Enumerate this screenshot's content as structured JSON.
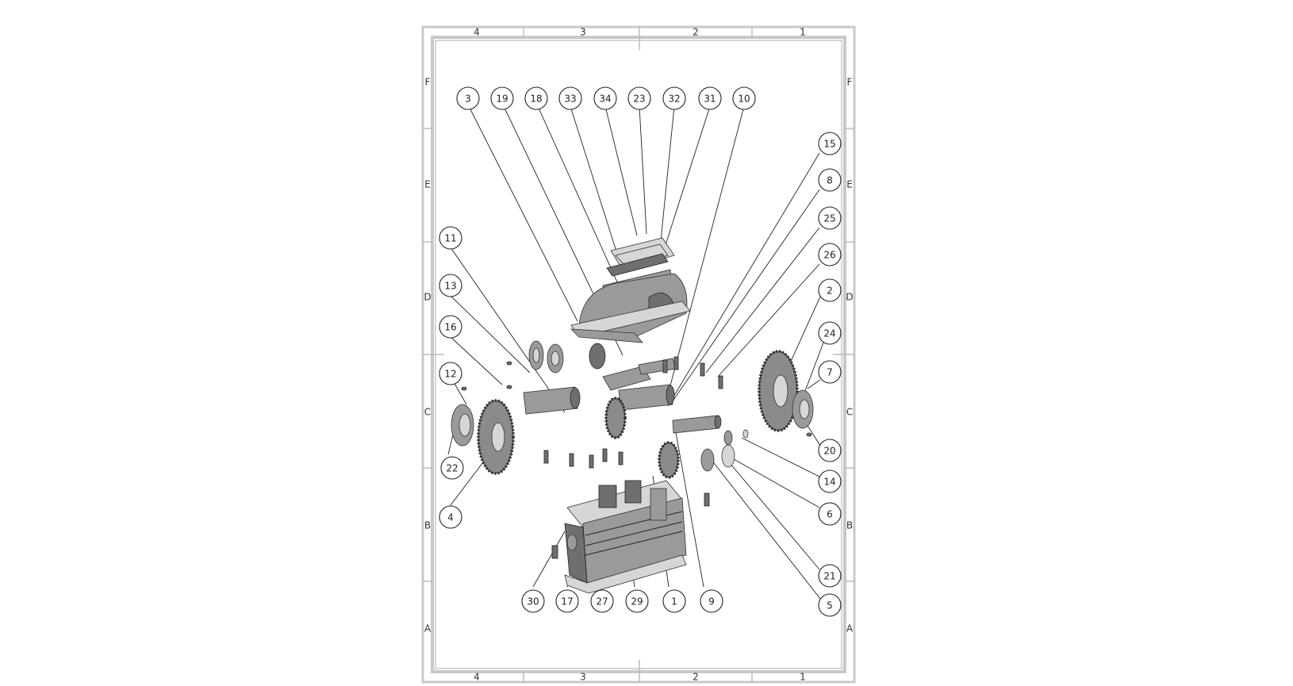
{
  "drawing": {
    "zone_columns_top": [
      "4",
      "3",
      "2",
      "1"
    ],
    "zone_columns_bottom": [
      "4",
      "3",
      "2",
      "1"
    ],
    "zone_rows_left": [
      "F",
      "E",
      "D",
      "C",
      "B",
      "A"
    ],
    "zone_rows_right": [
      "F",
      "E",
      "D",
      "C",
      "B",
      "A"
    ],
    "balloons": [
      "3",
      "19",
      "18",
      "33",
      "34",
      "23",
      "32",
      "31",
      "10",
      "15",
      "8",
      "25",
      "26",
      "2",
      "24",
      "7",
      "20",
      "14",
      "6",
      "21",
      "5",
      "11",
      "13",
      "16",
      "12",
      "22",
      "4",
      "30",
      "17",
      "27",
      "29",
      "1",
      "9"
    ]
  }
}
